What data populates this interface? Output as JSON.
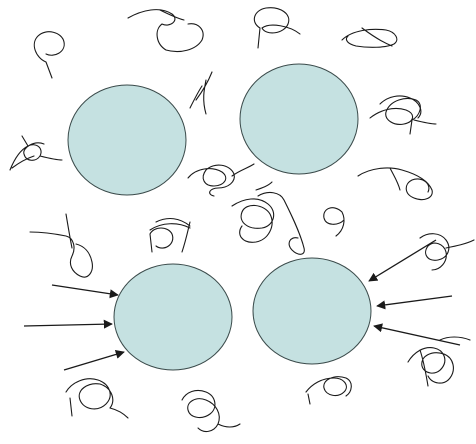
{
  "diagram": {
    "background": "#ffffff",
    "circle_fill": "#c5e1e1",
    "circle_stroke": "#3a4a4a",
    "line_color": "#1a1a1a",
    "circles": [
      {
        "name": "circle-top-left"
      },
      {
        "name": "circle-top-right"
      },
      {
        "name": "circle-bottom-left"
      },
      {
        "name": "circle-bottom-right"
      }
    ],
    "arrows": [
      {
        "name": "arrow-into-bottom-left-1"
      },
      {
        "name": "arrow-into-bottom-left-2"
      },
      {
        "name": "arrow-into-bottom-left-3"
      },
      {
        "name": "arrow-into-bottom-right-1"
      },
      {
        "name": "arrow-into-bottom-right-2"
      },
      {
        "name": "arrow-into-bottom-right-3"
      }
    ],
    "squiggle_count": 22
  }
}
